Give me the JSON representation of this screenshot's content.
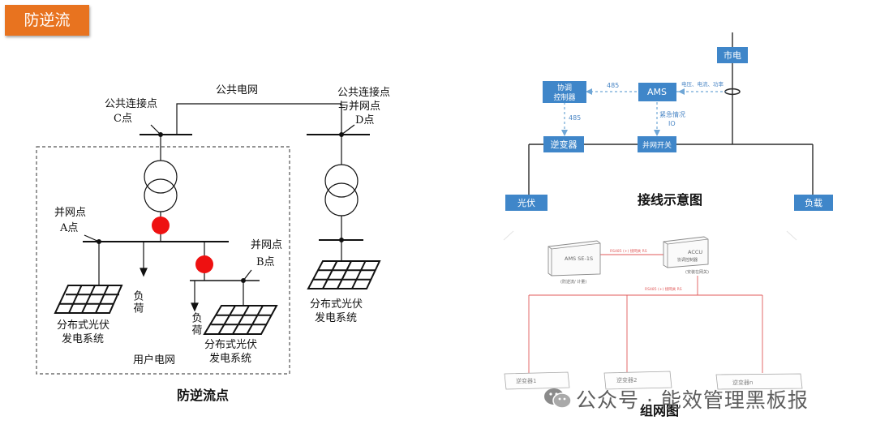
{
  "badge": {
    "title": "防逆流"
  },
  "left_diagram": {
    "caption": "防逆流点",
    "public_grid": "公共电网",
    "pcc_c_line1": "公共连接点",
    "pcc_c_line2": "C点",
    "pcc_d_line1": "公共连接点",
    "pcc_d_line2": "与并网点",
    "pcc_d_line3": "D点",
    "grid_point_a_line1": "并网点",
    "grid_point_a_line2": "A点",
    "grid_point_b_line1": "并网点",
    "grid_point_b_line2": "B点",
    "load_1": "负荷",
    "load_2": "负荷",
    "pv1_line1": "分布式光伏",
    "pv1_line2": "发电系统",
    "pv2_line1": "分布式光伏",
    "pv2_line2": "发电系统",
    "pv3_line1": "分布式光伏",
    "pv3_line2": "发电系统",
    "user_grid": "用户电网",
    "highlight_color": "#ee1111"
  },
  "wiring_diagram": {
    "caption": "接线示意图",
    "mains": "市电",
    "ams": "AMS",
    "coordinator_line1": "协调",
    "coordinator_line2": "控制器",
    "inverter": "逆变器",
    "grid_switch": "并网开关",
    "pv": "光伏",
    "load": "负载",
    "rs485_top": "485",
    "rs485_side": "485",
    "measurement": "电压、电流、功率",
    "emergency_line1": "紧急情况",
    "emergency_line2": "IO",
    "box_color": "#3f86c9"
  },
  "network_diagram": {
    "caption": "组网图",
    "meter_name": "AMS SE-1S",
    "meter_sub": "(防逆流/ 计量)",
    "accu_name": "ACCU",
    "accu_desc": "协调控制器",
    "accu_sub": "(安装在网关)",
    "link_1": "RS485 (+) 接网关 RS",
    "link_2": "RS485 (+) 接网关 RS",
    "inverter_1": "逆变器1",
    "inverter_2": "逆变器2",
    "inverter_n": "逆变器n",
    "line_color": "#e05a5a"
  },
  "watermark": {
    "text": "公众号 · 能效管理黑板报"
  }
}
